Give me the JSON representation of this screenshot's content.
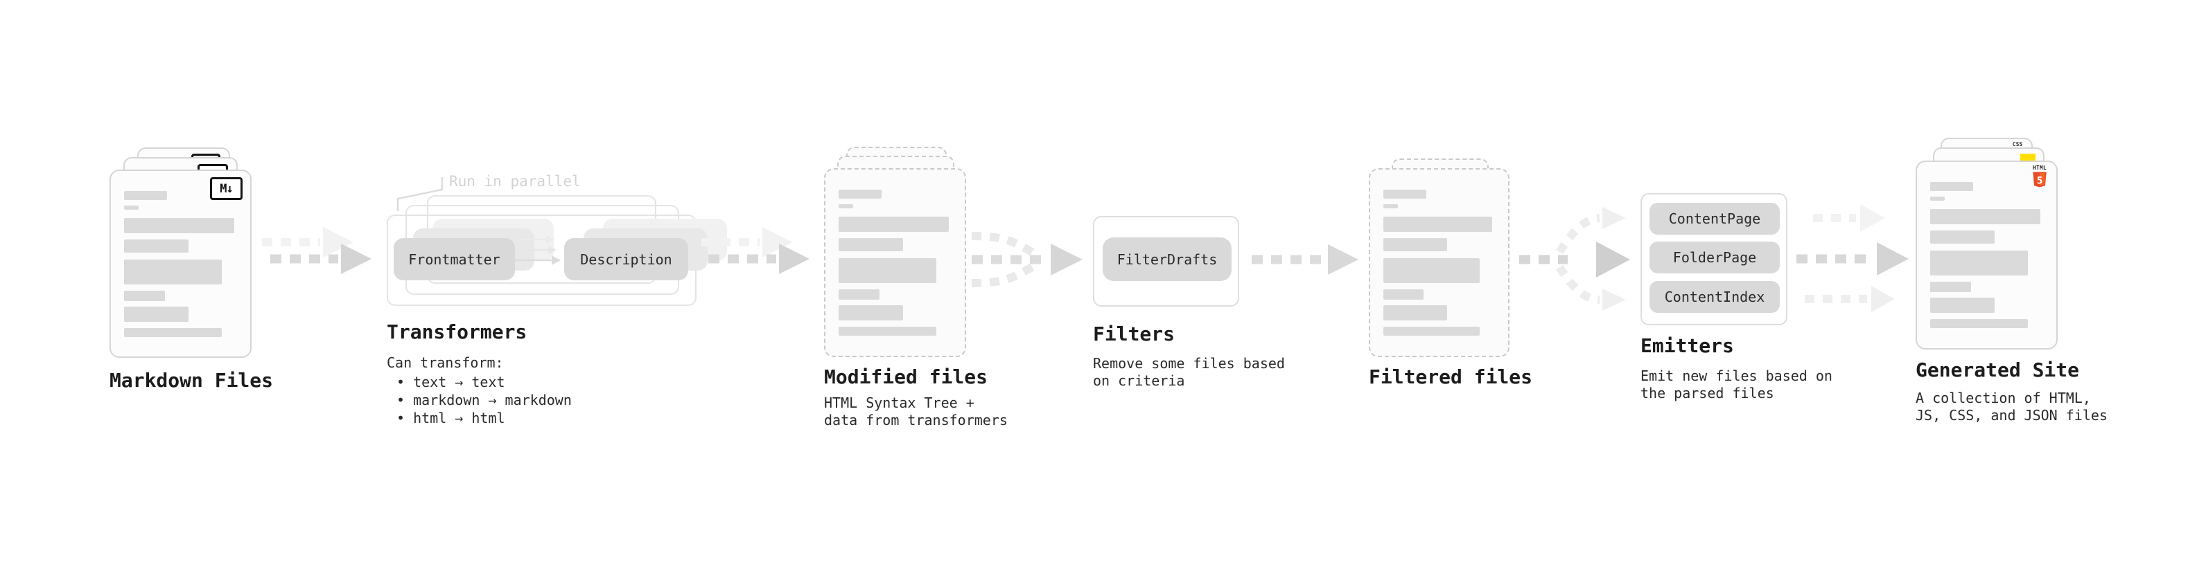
{
  "stages": {
    "markdown": {
      "title": "Markdown Files",
      "icon_label": "M↓"
    },
    "transformers": {
      "title": "Transformers",
      "note": "Run in parallel",
      "chips": [
        "Frontmatter",
        "Description"
      ],
      "desc_heading": "Can transform:",
      "bullets": [
        "• text → text",
        "• markdown → markdown",
        "• html → html"
      ]
    },
    "modified": {
      "title": "Modified files",
      "lines": [
        "HTML Syntax Tree +",
        "data from transformers"
      ]
    },
    "filters": {
      "title": "Filters",
      "chip": "FilterDrafts",
      "lines": [
        "Remove some files based",
        "on criteria"
      ]
    },
    "filtered": {
      "title": "Filtered files"
    },
    "emitters": {
      "title": "Emitters",
      "chips": [
        "ContentPage",
        "FolderPage",
        "ContentIndex"
      ],
      "lines": [
        "Emit new files based on",
        "the parsed files"
      ]
    },
    "generated": {
      "title": "Generated Site",
      "lines": [
        "A collection of HTML,",
        "JS, CSS, and JSON files"
      ],
      "badges": {
        "css": "CSS",
        "html": "HTML",
        "html_digit": "5"
      }
    }
  },
  "colors": {
    "html5_shield": "#e44d26",
    "html5_shield_light": "#f16529",
    "js_badge": "#ffdf00",
    "css_badge_bar": "#2b65f0",
    "chip_fill": "#d9d9d9",
    "arrow_main": "#d6d6d6",
    "arrow_ghost": "#f2f2f2"
  }
}
